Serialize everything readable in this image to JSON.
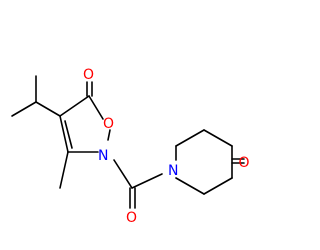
{
  "molecule": {
    "atoms": {
      "carbonyl_o_ring": "O",
      "ring_o": "O",
      "ring_n": "N",
      "amide_o": "O",
      "piperidine_n": "N",
      "ketone_o": "O"
    },
    "colors": {
      "bond": "#000000",
      "oxygen": "#ff0000",
      "nitrogen": "#0000ff",
      "background": "#ffffff"
    }
  }
}
